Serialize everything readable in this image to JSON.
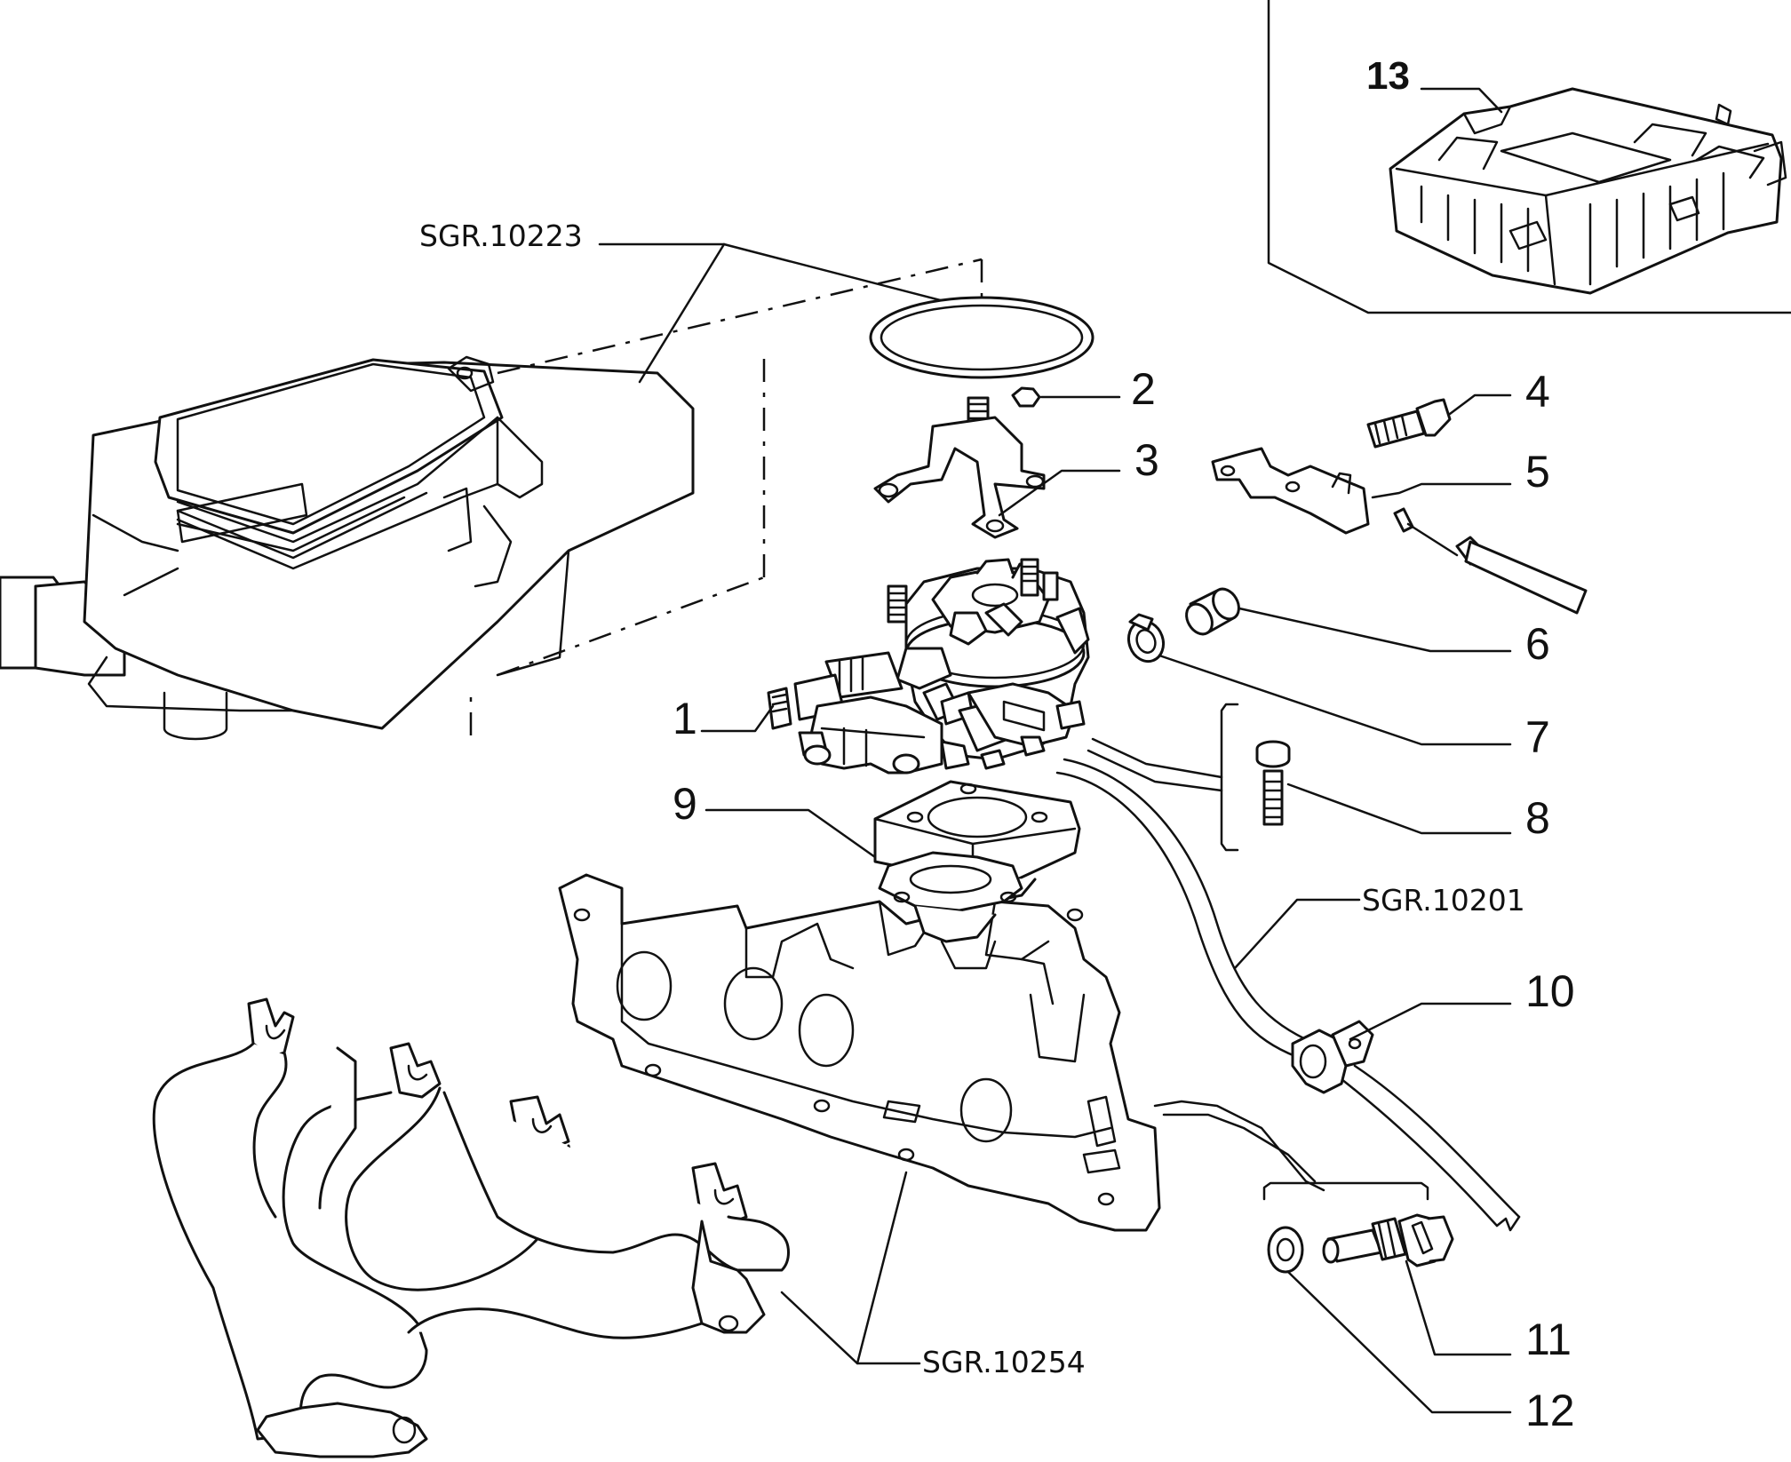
{
  "callouts": {
    "c1": "1",
    "c2": "2",
    "c3": "3",
    "c4": "4",
    "c5": "5",
    "c6": "6",
    "c7": "7",
    "c8": "8",
    "c9": "9",
    "c10": "10",
    "c11": "11",
    "c12": "12",
    "c13": "13"
  },
  "references": {
    "air_cleaner": "SGR.10223",
    "hose": "SGR.10201",
    "manifold": "SGR.10254"
  }
}
